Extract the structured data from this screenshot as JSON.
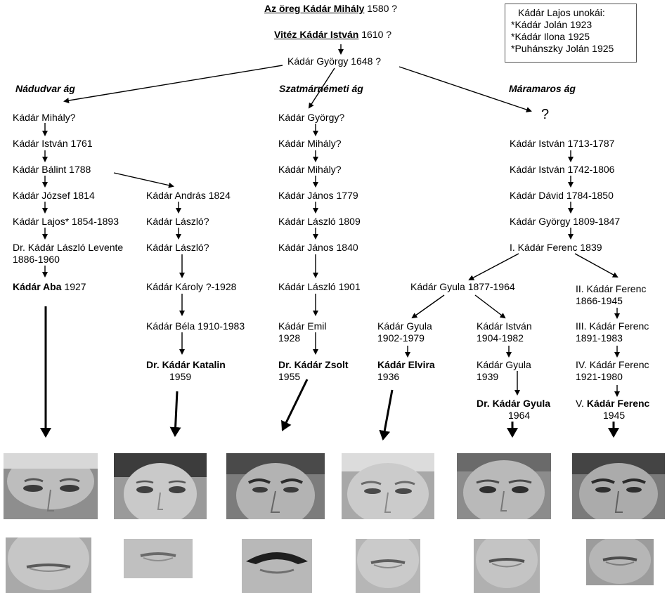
{
  "header": {
    "root_name": "Az öreg Kádár Mihály",
    "root_year": " 1580 ?",
    "second_name": "Vitéz Kádár István",
    "second_year": " 1610 ?",
    "third": "Kádár György 1648 ?"
  },
  "note": {
    "title": "Kádár Lajos unokái:",
    "lines": [
      "*Kádár Jolán  1923",
      "*Kádár Ilona 1925",
      "*Puhánszky Jolán 1925"
    ]
  },
  "branches": {
    "nadudvar": "Nádudvar ág",
    "szatmar": "Szatmárnémeti ág",
    "maramaros": "Máramaros ág",
    "question": "?"
  },
  "col1": [
    "Kádár Mihály?",
    "Kádár István 1761",
    "Kádár Bálint 1788",
    "Kádár József 1814",
    "Kádár Lajos* 1854-1893",
    "Dr. Kádár László Levente",
    "1886-1960"
  ],
  "col1_final": {
    "name": "Kádár Aba",
    "year": " 1927"
  },
  "col2": [
    "Kádár András 1824",
    "Kádár László?",
    "Kádár László?",
    "Kádár Károly ?-1928",
    "Kádár Béla 1910-1983"
  ],
  "col2_final": {
    "name": "Dr. Kádár Katalin",
    "year": "1959"
  },
  "col3": [
    "Kádár György?",
    "Kádár Mihály?",
    "Kádár Mihály?",
    "Kádár János 1779",
    "Kádár László 1809",
    "Kádár János 1840",
    "Kádár László 1901",
    "Kádár Emil",
    "1928"
  ],
  "col3_final": {
    "name": "Dr. Kádár Zsolt",
    "year": "1955"
  },
  "col4": [
    "Kádár István 1713-1787",
    "Kádár István 1742-1806",
    "Kádár Dávid 1784-1850",
    "Kádár György 1809-1847",
    "I. Kádár Ferenc 1839"
  ],
  "gyula": "Kádár Gyula 1877-1964",
  "colA": [
    "Kádár Gyula",
    "1902-1979"
  ],
  "colA_final": {
    "name": "Kádár",
    "name2": "Elvira",
    "year": "1936"
  },
  "colB": [
    "Kádár István",
    "1904-1982",
    "Kádár Gyula",
    "1939"
  ],
  "colB_final": {
    "name": "Dr. Kádár Gyula",
    "year": "1964"
  },
  "colC": [
    "II. Kádár Ferenc",
    "1866-1945",
    "III. Kádár Ferenc",
    "1891-1983",
    "IV. Kádár Ferenc",
    "1921-1980"
  ],
  "colC_final": {
    "prefix": "V. ",
    "name": "Kádár Ferenc",
    "year": "1945"
  },
  "colors": {
    "line": "#000000",
    "box_border": "#555555"
  }
}
